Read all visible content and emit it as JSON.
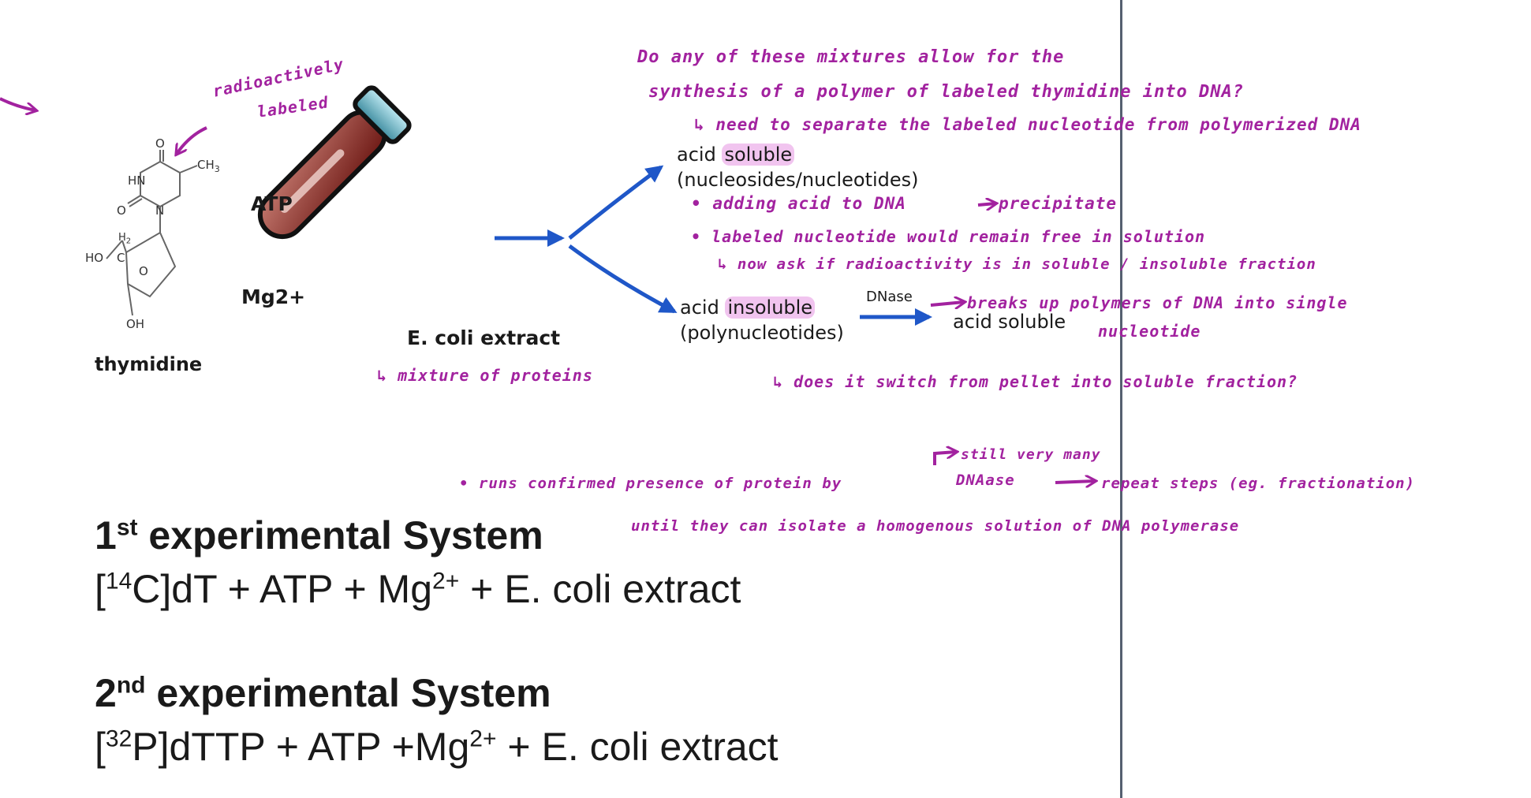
{
  "colors": {
    "ink": "#a2229f",
    "highlight": "#f1c4ef",
    "arrow_blue": "#1f57c8",
    "divider": "#556070"
  },
  "slide": {
    "molecule": {
      "name": "thymidine",
      "atoms": {
        "o_top": "O",
        "hn": "HN",
        "ch3": "CH",
        "ch3_sub": "3",
        "o_left": "O",
        "n": "N",
        "h2": "H",
        "h2_sub": "2",
        "ho": "HO",
        "c": "C",
        "o_ring": "O",
        "oh": "OH"
      }
    },
    "reagents": {
      "atp": "ATP",
      "mg": "Mg2+"
    },
    "tube_label": "E. coli extract",
    "soluble": {
      "prefix": "acid",
      "word": "soluble",
      "desc": "(nucleosides/nucleotides)"
    },
    "insoluble": {
      "prefix": "acid",
      "word": "insoluble",
      "desc": "(polynucleotides)"
    },
    "dnase_label": "DNase",
    "dnase_result": "acid soluble",
    "system1": {
      "ordinal_num": "1",
      "ordinal_sup": "st",
      "title": "experimental System",
      "pre": "[",
      "iso_sup": "14",
      "part1": "C]dT + ATP + Mg",
      "ion_sup": "2+",
      "part2": " + E. coli extract"
    },
    "system2": {
      "ordinal_num": "2",
      "ordinal_sup": "nd",
      "title": "experimental System",
      "pre": "[",
      "iso_sup": "32",
      "part1": "P]dTTP + ATP +Mg",
      "ion_sup": "2+",
      "part2": "  + E. coli extract"
    }
  },
  "annotations": {
    "radio_1": "radioactively",
    "radio_2": "labeled",
    "q_1": "Do any of these mixtures allow for the",
    "q_2": "synthesis of a polymer of labeled thymidine into DNA?",
    "q_3": "need to separate the labeled nucleotide from polymerized DNA",
    "acid_1": "adding acid to DNA",
    "acid_1b": "precipitate",
    "acid_2": "labeled nucleotide would remain free in solution",
    "acid_3": "now ask if radioactivity is in soluble / insoluble fraction",
    "dnase_1": "breaks up polymers of DNA into single",
    "dnase_2": "nucleotide",
    "mix": "mixture of proteins",
    "switch": "does it switch from pellet into soluble fraction?",
    "still": "still very many",
    "runs_1": "runs confirmed presence of protein by",
    "runs_dnase": "DNAase",
    "runs_1b": "repeat steps (eg. fractionation)",
    "runs_2": "until they can isolate a homogenous solution of DNA polymerase",
    "bullet": "•",
    "hook": "↳"
  }
}
